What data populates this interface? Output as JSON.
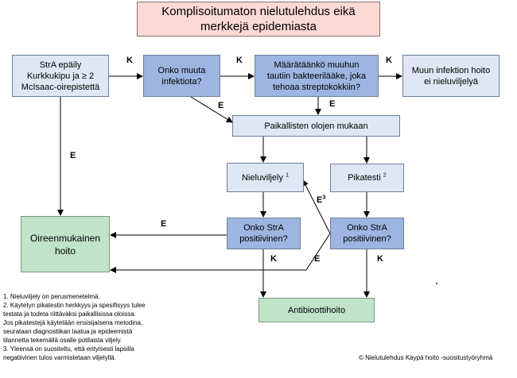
{
  "title": [
    "Komplisoitumaton nielutulehdus eikä",
    "merkkejä epidemiasta"
  ],
  "nodes": {
    "stra_suspicion": [
      "StrA epäily",
      "Kurkkukipu ja ≥ 2",
      "McIsaac-oirepistettä"
    ],
    "other_infection": [
      "Onko muuta",
      "infektiota?"
    ],
    "prescribed": [
      "Määrätäänkö muuhun",
      "tautiin bakteerilääke, joka",
      "tehoaa streptokokkiin?"
    ],
    "other_treatment": [
      "Muun infektion hoito",
      "ei nieluviljelyä"
    ],
    "local_conditions": "Paikallisten olojen mukaan",
    "culture": "Nieluviljely",
    "culture_sup": "1",
    "rapid_test": "Pikatesti",
    "rapid_sup": "2",
    "stra_positive_left": [
      "Onko StrA",
      "positiivinen?"
    ],
    "stra_positive_right": [
      "Onko StrA",
      "positiivinen?"
    ],
    "symptomatic": [
      "Oireenmukainen",
      "hoito"
    ],
    "antibiotic": "Antibioottihoito"
  },
  "edge_labels": {
    "k1": "K",
    "k2": "K",
    "k3": "K",
    "e1": "E",
    "e2": "E",
    "e3": "E",
    "e4": "E",
    "e5_text": "E",
    "e5_sup": "3",
    "e6": "E",
    "k4": "K",
    "k5": "K"
  },
  "notes": [
    "1. Nieluviljely on perusmenetelmä.",
    "2. Käytetyn pikatestin herkkyys ja spesifisyys tulee",
    "testata ja todeta riittäväksi paikallisissa oloissa.",
    "Jos pikatestejä käytetään ensisijaisena metodina,",
    "seurataan diagnostiikan laatua ja epideemistä",
    "tilannetta tekemällä osalle potilaista viljely.",
    "3. Yleensä on suositeltu, että erityisesti lapsilla",
    "negatiivinen tulos varmistetaan viljelyllä."
  ],
  "copyright": "© Nielutulehdus Käypä hoito -suositustyöryhmä",
  "colors": {
    "pink": "#fbd9d5",
    "light_blue": "#dfe6f4",
    "mid_blue": "#9db5e0",
    "green": "#c1e3c8"
  }
}
